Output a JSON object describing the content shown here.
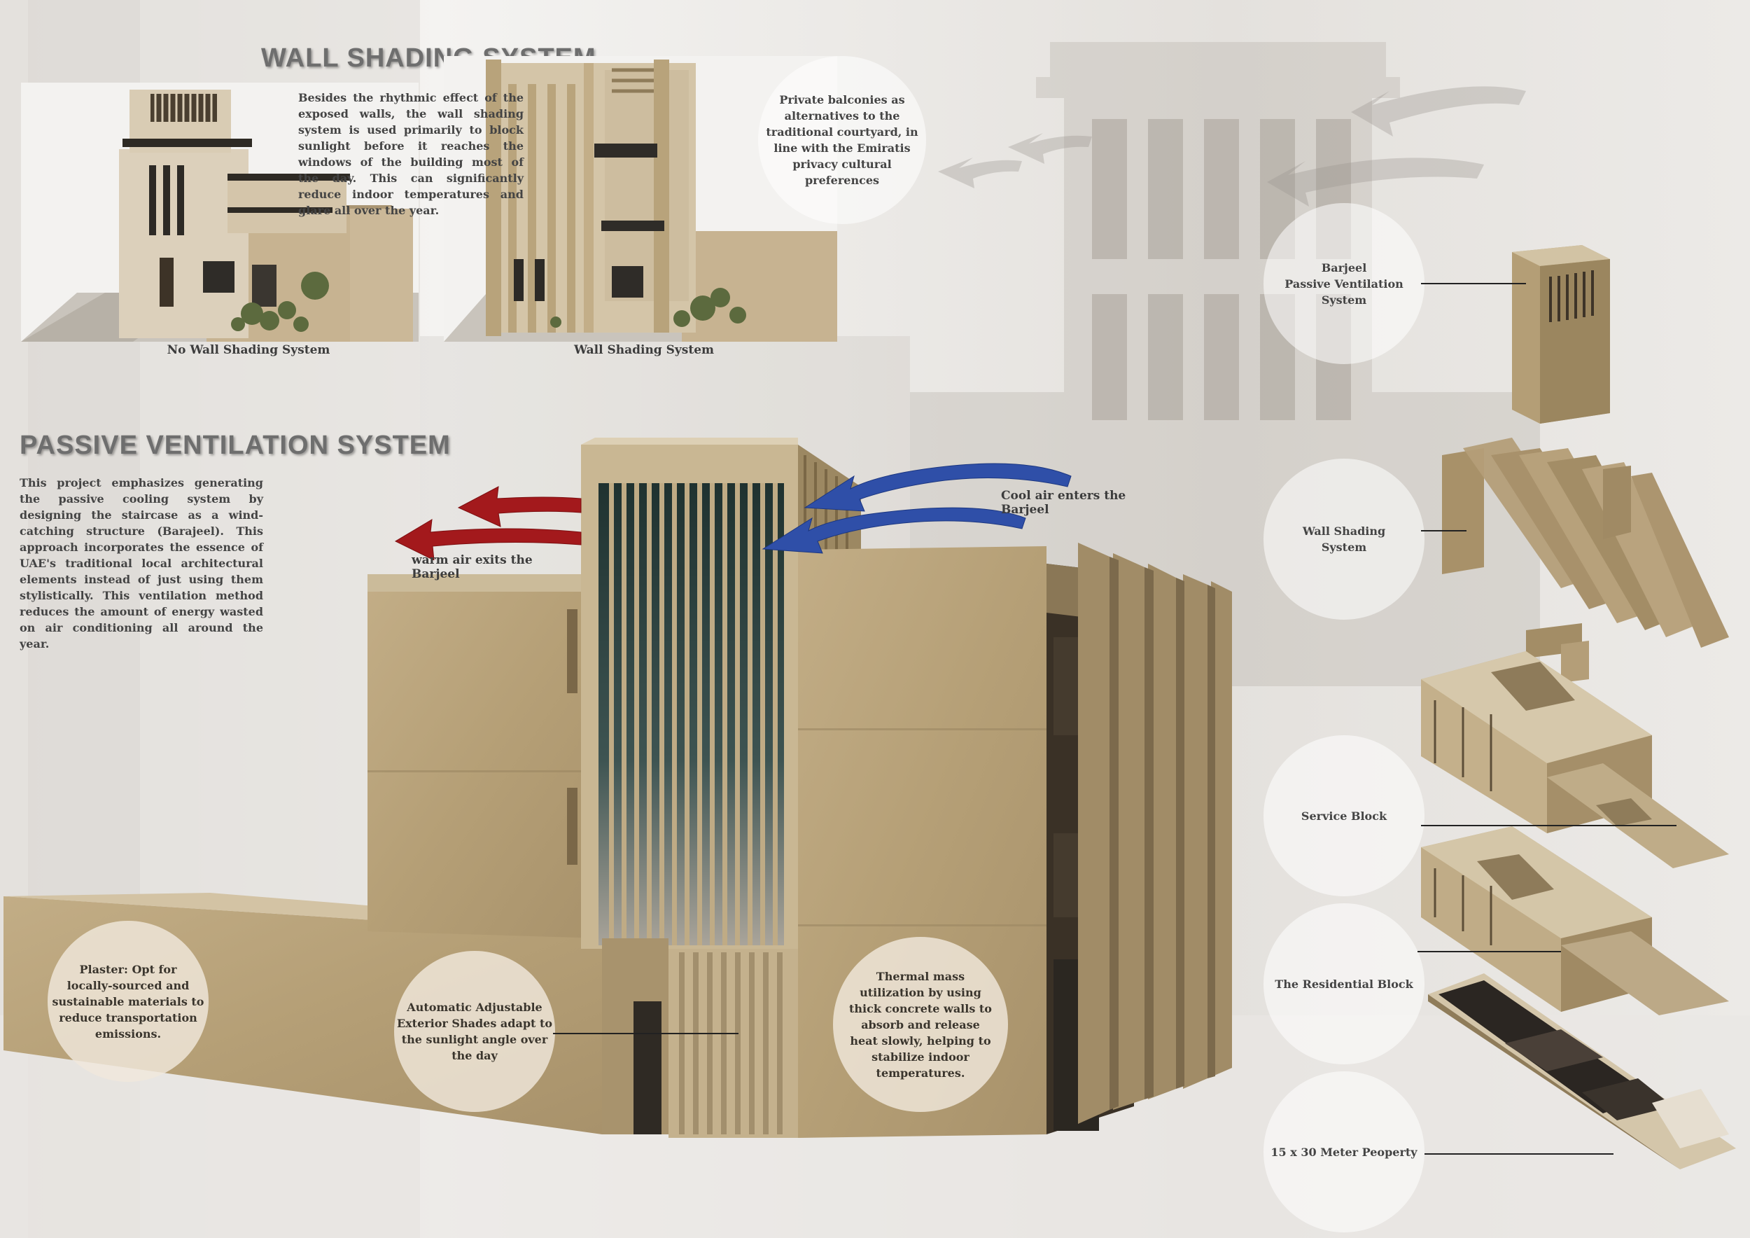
{
  "wall_shading": {
    "title": "WALL SHADING SYSTEM",
    "description": "Besides the rhythmic effect of the exposed walls, the wall shading system is used primarily to block sunlight before it reaches the windows of the building most of the day. This can significantly reduce indoor temperatures and glare all over the year.",
    "caption_left": "No Wall Shading System",
    "caption_right": "Wall Shading System",
    "balconies_note": "Private balconies as\nalternatives to the\ntraditional courtyard, in\nline with the Emiratis\nprivacy cultural\npreferences"
  },
  "passive_ventilation": {
    "title": "PASSIVE VENTILATION SYSTEM",
    "description": "This project emphasizes generating the passive cooling system by designing the staircase as a wind-catching structure (Barajeel). This approach incorporates the essence of UAE's traditional local architectural elements instead of just using them stylistically. This ventilation method reduces the amount of energy wasted on air conditioning all around the year.",
    "cool_air": "Cool air enters the Barjeel",
    "warm_air": "warm air exits the Barjeel"
  },
  "callouts": {
    "plaster": "Plaster: Opt for\nlocally-sourced and\nsustainable materials to\nreduce transportation\nemissions.",
    "shades": "Automatic Adjustable\nExterior Shades adapt to\nthe sunlight angle over\nthe day",
    "thermal": "Thermal mass\nutilization by using\nthick concrete walls to\nabsorb and release\nheat slowly, helping to\nstabilize indoor\ntemperatures."
  },
  "exploded_labels": {
    "barjeel": "Barjeel\nPassive Ventilation System",
    "wall_shading": "Wall Shading\nSystem",
    "service": "Service Block",
    "residential": "The Residential Block",
    "property": "15 x 30 Meter Peoperty"
  },
  "colors": {
    "concrete": "#b9a47c",
    "cool_arrow": "#2f4fa8",
    "warm_arrow": "#a3191c",
    "title": "#6e6e6e"
  }
}
